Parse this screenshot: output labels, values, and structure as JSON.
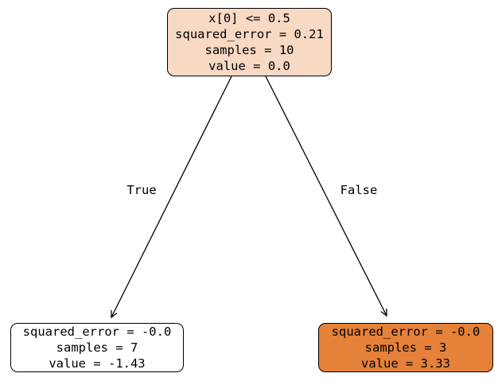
{
  "colors": {
    "background": "#ffffff",
    "node_border": "#000000",
    "edge_stroke": "#000000",
    "root_fill": "#f7d9c4",
    "left_leaf_fill": "#ffffff",
    "right_leaf_fill": "#e58139"
  },
  "tree": {
    "root_node": {
      "lines": [
        "x[0] <= 0.5",
        "squared_error = 0.21",
        "samples = 10",
        "value = 0.0"
      ]
    },
    "left_leaf_node": {
      "lines": [
        "squared_error = -0.0",
        "samples = 7",
        "value = -1.43"
      ]
    },
    "right_leaf_node": {
      "lines": [
        "squared_error = -0.0",
        "samples = 3",
        "value = 3.33"
      ]
    },
    "edge_labels": {
      "left": "True",
      "right": "False"
    }
  }
}
